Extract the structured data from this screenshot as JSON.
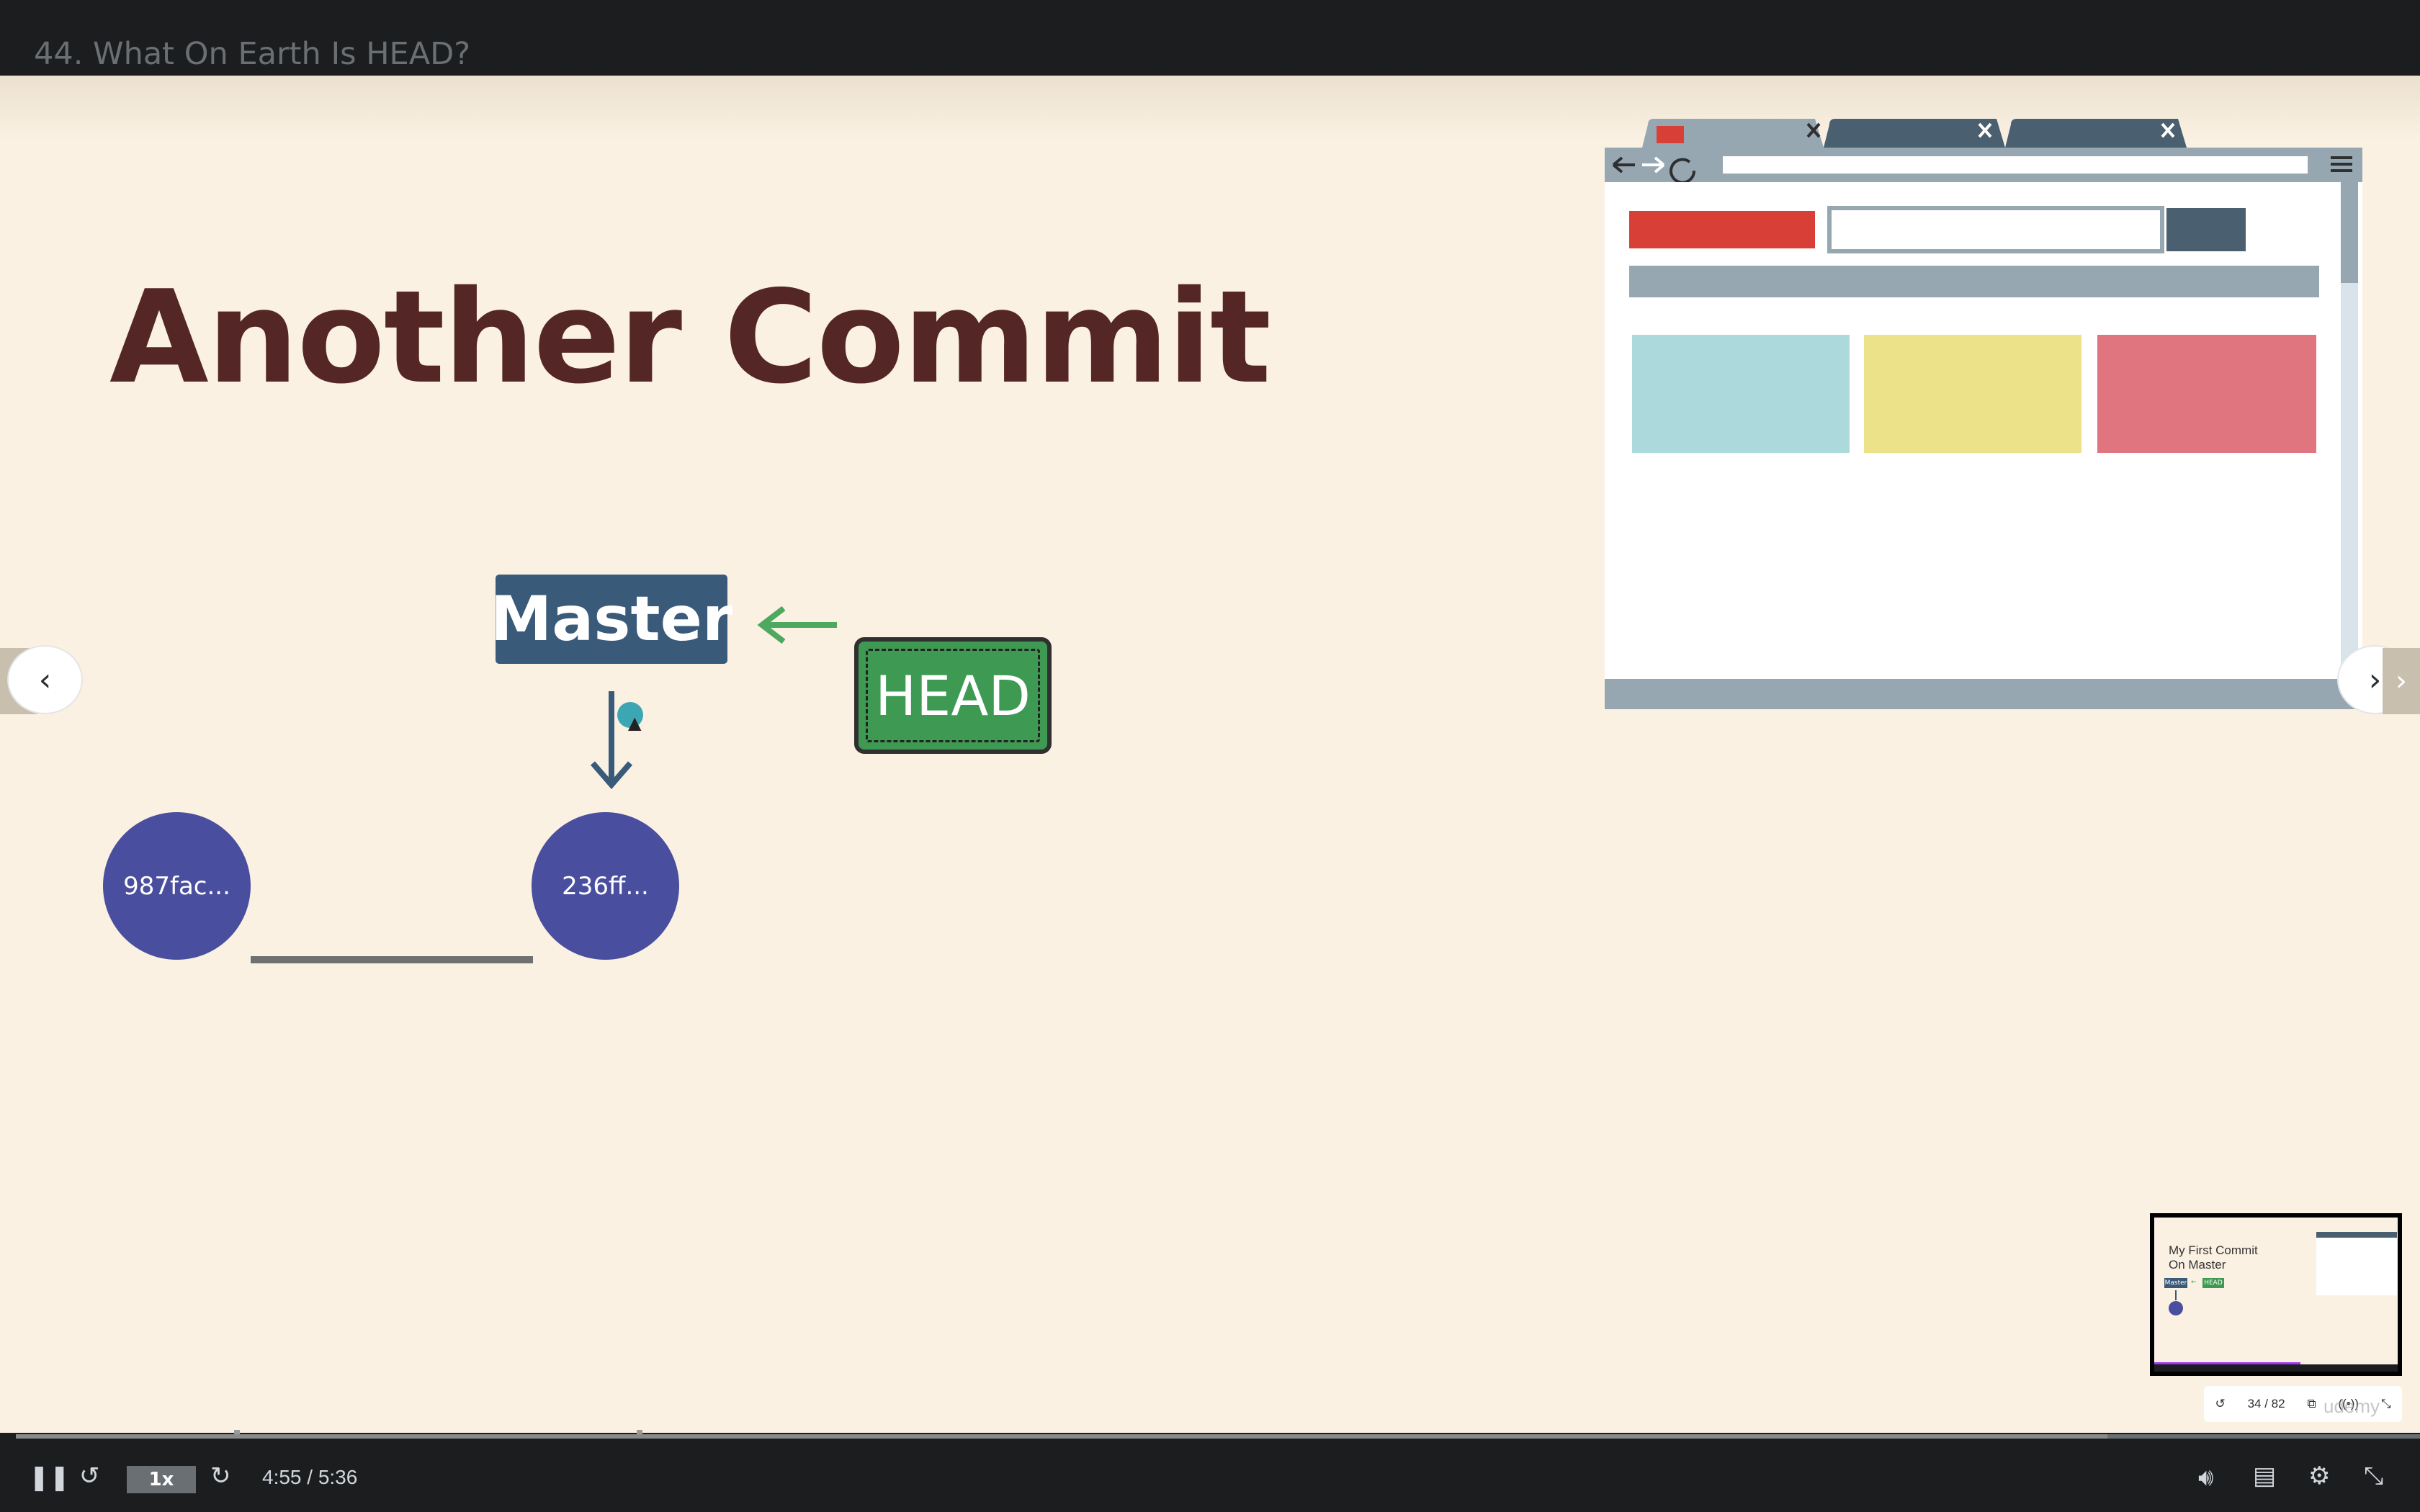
{
  "lecture": {
    "title": "44. What On Earth Is HEAD?"
  },
  "slide": {
    "title": "Another Commit",
    "branch_label": "Master",
    "head_label": "HEAD",
    "commits": [
      {
        "label": "987fac..."
      },
      {
        "label": "236ff..."
      }
    ]
  },
  "navigation": {
    "prev_icon": "chevron-left-icon",
    "next_icon": "chevron-right-icon"
  },
  "preview": {
    "title_line1": "My First Commit",
    "title_line2": "On Master",
    "branch_label": "Master",
    "head_label": "HEAD",
    "slide_counter": "34 / 82",
    "watermark": "udemy"
  },
  "player": {
    "rate": "1x",
    "time": "4:55 / 5:36",
    "progress_fraction": 0.0,
    "buffered_fraction": 0.87,
    "icons": [
      "pause-icon",
      "rewind-icon",
      "forward-icon",
      "volume-icon",
      "captions-icon",
      "settings-icon",
      "exit-fullscreen-icon"
    ]
  },
  "colors": {
    "background": "#faf1e3",
    "title": "#552626",
    "branch": "#3a5a7a",
    "head": "#3e9a52",
    "commit": "#4a4e9e",
    "accent": "#a435f0"
  }
}
